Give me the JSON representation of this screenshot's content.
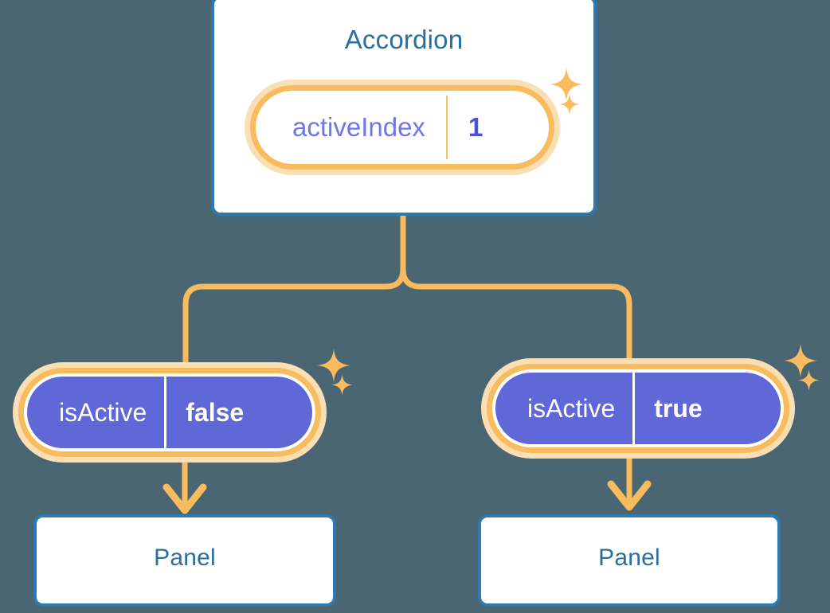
{
  "background_color": "#4a6672",
  "colors": {
    "card_border": "#2e7ab0",
    "title_text": "#2b6f9e",
    "ring_orange": "#f8bc5f",
    "ring_glow": "#fbdfb4",
    "pill_purple": "#6068d8",
    "key_purple": "#6f76e8",
    "value_purple": "#4a52d8",
    "connector": "#f8bc5f",
    "sparkle": "#f8bc5f"
  },
  "diagram": {
    "root": {
      "title": "Accordion",
      "state_pill": {
        "key": "activeIndex",
        "value": "1",
        "style": "white"
      },
      "sparkles": [
        "sparkle-icon",
        "sparkle-icon"
      ]
    },
    "branches": [
      {
        "prop_pill": {
          "key": "isActive",
          "value": "false",
          "style": "purple"
        },
        "sparkles": [
          "sparkle-icon",
          "sparkle-icon"
        ],
        "child": {
          "title": "Panel"
        },
        "arrow": "arrow-down-icon"
      },
      {
        "prop_pill": {
          "key": "isActive",
          "value": "true",
          "style": "purple"
        },
        "sparkles": [
          "sparkle-icon",
          "sparkle-icon"
        ],
        "child": {
          "title": "Panel"
        },
        "arrow": "arrow-down-icon"
      }
    ]
  }
}
